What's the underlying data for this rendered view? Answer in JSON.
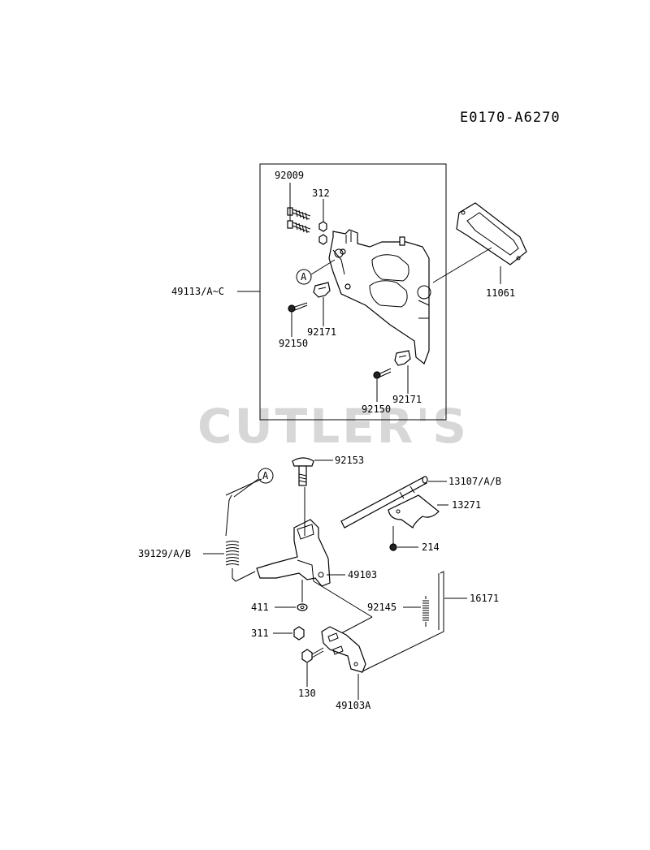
{
  "diagram_code": "E0170-A6270",
  "watermark": "CUTLER'S",
  "callouts": {
    "ref_a_top": "A",
    "ref_a_bottom": "A"
  },
  "labels": {
    "p92009": "92009",
    "p312": "312",
    "p49113": "49113/A~C",
    "p11061": "11061",
    "p92171a": "92171",
    "p92150a": "92150",
    "p92171b": "92171",
    "p92150b": "92150",
    "p92153": "92153",
    "p13107": "13107/A/B",
    "p13271": "13271",
    "p214": "214",
    "p39129": "39129/A/B",
    "p49103": "49103",
    "p411": "411",
    "p92145": "92145",
    "p16171": "16171",
    "p311": "311",
    "p130": "130",
    "p49103A": "49103A"
  }
}
